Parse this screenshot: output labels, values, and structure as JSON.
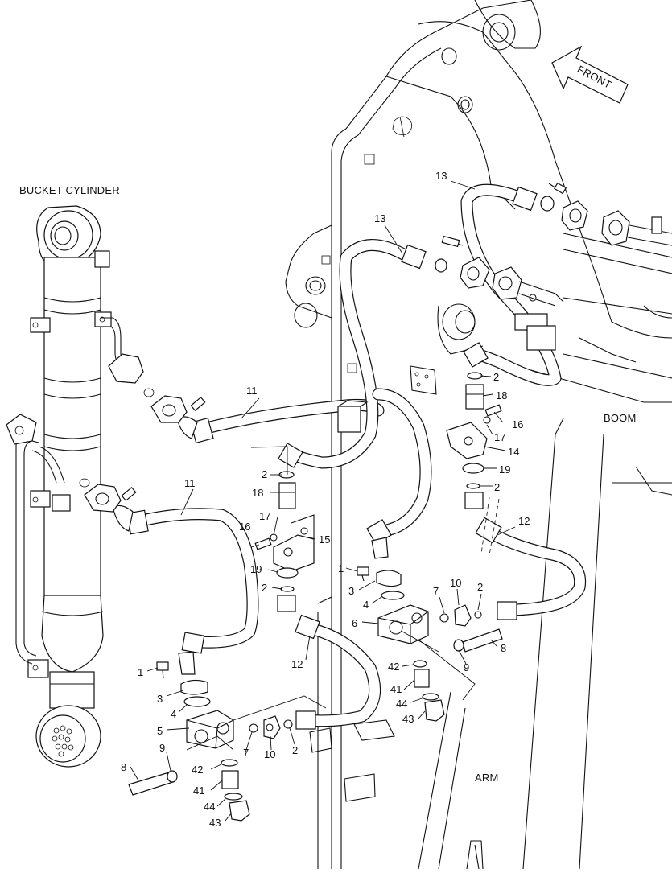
{
  "labels": {
    "bucket_cylinder": "BUCKET CYLINDER",
    "boom": "BOOM",
    "arm": "ARM",
    "front": "FRONT"
  },
  "callouts": {
    "c1a": "1",
    "c1b": "1",
    "c2a": "2",
    "c2b": "2",
    "c2c": "2",
    "c2d": "2",
    "c2e": "2",
    "c2f": "2",
    "c3a": "3",
    "c3b": "3",
    "c4a": "4",
    "c4b": "4",
    "c5": "5",
    "c6": "6",
    "c7a": "7",
    "c7b": "7",
    "c8a": "8",
    "c8b": "8",
    "c9a": "9",
    "c9b": "9",
    "c10a": "10",
    "c10b": "10",
    "c11a": "11",
    "c11b": "11",
    "c12a": "12",
    "c12b": "12",
    "c13a": "13",
    "c13b": "13",
    "c14": "14",
    "c15": "15",
    "c16a": "16",
    "c16b": "16",
    "c17a": "17",
    "c17b": "17",
    "c18a": "18",
    "c18b": "18",
    "c19a": "19",
    "c19b": "19",
    "c41a": "41",
    "c41b": "41",
    "c42a": "42",
    "c42b": "42",
    "c43a": "43",
    "c43b": "43",
    "c44a": "44",
    "c44b": "44"
  }
}
